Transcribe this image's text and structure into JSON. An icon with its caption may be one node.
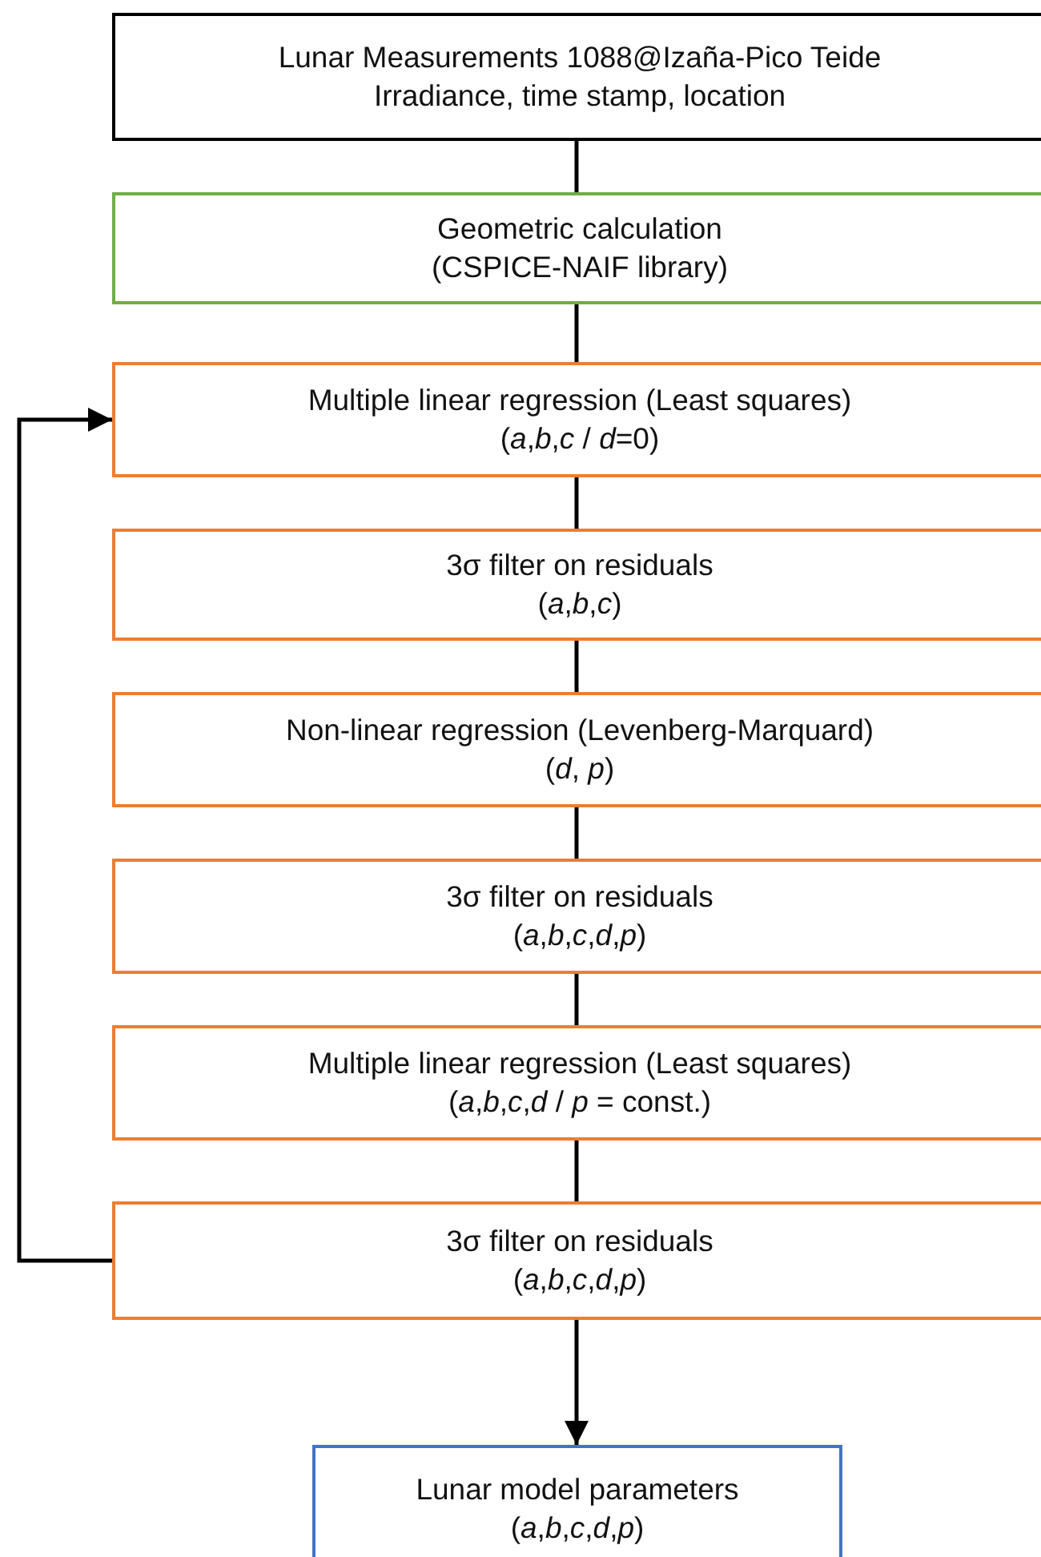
{
  "diagram": {
    "nodes": [
      {
        "text": [
          "Lunar Measurements 1088@Izaña-Pico Teide",
          "Irradiance, time stamp, location"
        ]
      },
      {
        "text": [
          "Geometric calculation",
          "(CSPICE-NAIF library)"
        ]
      },
      {
        "text": [
          "Multiple linear regression (Least squares)",
          "(*a*,*b*,*c* / *d*=0)"
        ]
      },
      {
        "text": [
          "3σ filter on residuals",
          "(*a*,*b*,*c*)"
        ]
      },
      {
        "text": [
          "Non-linear regression (Levenberg-Marquard)",
          "(*d*, *p*)"
        ]
      },
      {
        "text": [
          "3σ filter on residuals",
          "(*a*,*b*,*c*,*d*,*p*)"
        ]
      },
      {
        "text": [
          "Multiple linear regression (Least squares)",
          "(*a*,*b*,*c*,*d* / *p* = const.)"
        ]
      },
      {
        "text": [
          "3σ filter on residuals",
          "(*a*,*b*,*c*,*d*,*p*)"
        ]
      },
      {
        "text": [
          "Lunar model parameters",
          "(*a*,*b*,*c*,*d*,*p*)"
        ]
      }
    ],
    "edges": [
      {
        "from": 0,
        "to": 1,
        "arrow": "none"
      },
      {
        "from": 1,
        "to": 2,
        "arrow": "none"
      },
      {
        "from": 2,
        "to": 3,
        "arrow": "none"
      },
      {
        "from": 3,
        "to": 4,
        "arrow": "none"
      },
      {
        "from": 4,
        "to": 5,
        "arrow": "none"
      },
      {
        "from": 5,
        "to": 6,
        "arrow": "none"
      },
      {
        "from": 6,
        "to": 7,
        "arrow": "none"
      },
      {
        "from": 7,
        "to": 8,
        "arrow": "to"
      },
      {
        "from": 7,
        "to": 2,
        "arrow": "to"
      }
    ]
  }
}
